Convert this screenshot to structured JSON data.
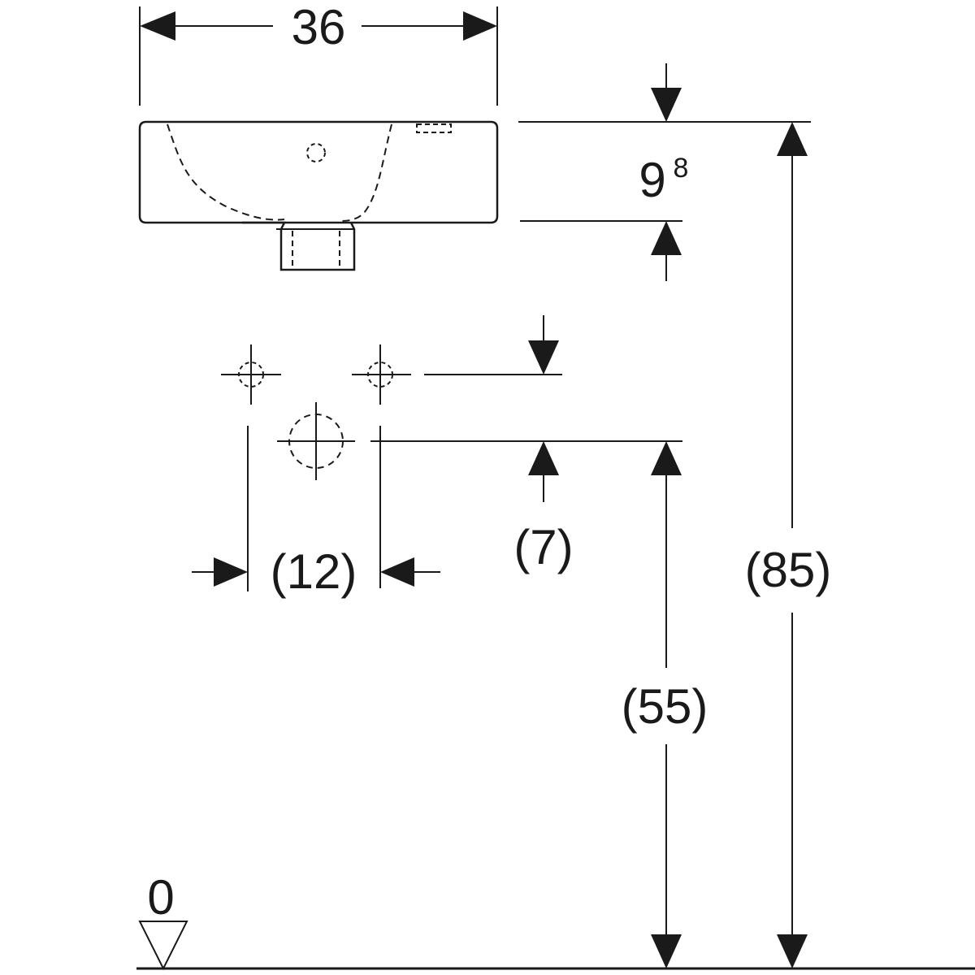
{
  "dimensions": {
    "width": "36",
    "basin_depth_main": "9",
    "basin_depth_super": "8",
    "total_height": "(85)",
    "drain_height": "(55)",
    "drain_offset": "(7)",
    "hole_spacing": "(12)",
    "floor_level": "0"
  },
  "colors": {
    "line": "#1a1a1a",
    "background": "#ffffff"
  }
}
